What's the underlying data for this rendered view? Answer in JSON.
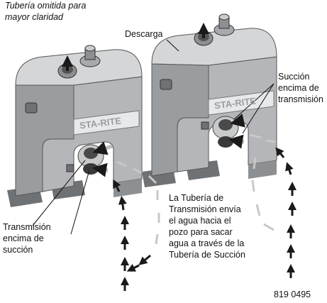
{
  "note_line1": "Tubería omitida para",
  "note_line2": "mayor claridad",
  "discharge": "Descarga",
  "suction_drive_1": "Succión",
  "suction_drive_2": "encima de",
  "suction_drive_3": "transmisión",
  "drive_suction_1": "Transmisión",
  "drive_suction_2": "encima de",
  "drive_suction_3": "succión",
  "desc_1": "La Tubería de",
  "desc_2": "Transmisión envía",
  "desc_3": "el agua hacia el",
  "desc_4": "pozo para sacar",
  "desc_5": "agua a través de la",
  "desc_6": "Tubería de Succión",
  "part_number": "819 0495",
  "brand": "STA-RITE",
  "colors": {
    "body": "#b4b6b9",
    "body_dark": "#8d9093",
    "body_light": "#d4d6d8",
    "arrow_dark": "#1a1a1a",
    "arrow_light": "#c8c8c8"
  }
}
